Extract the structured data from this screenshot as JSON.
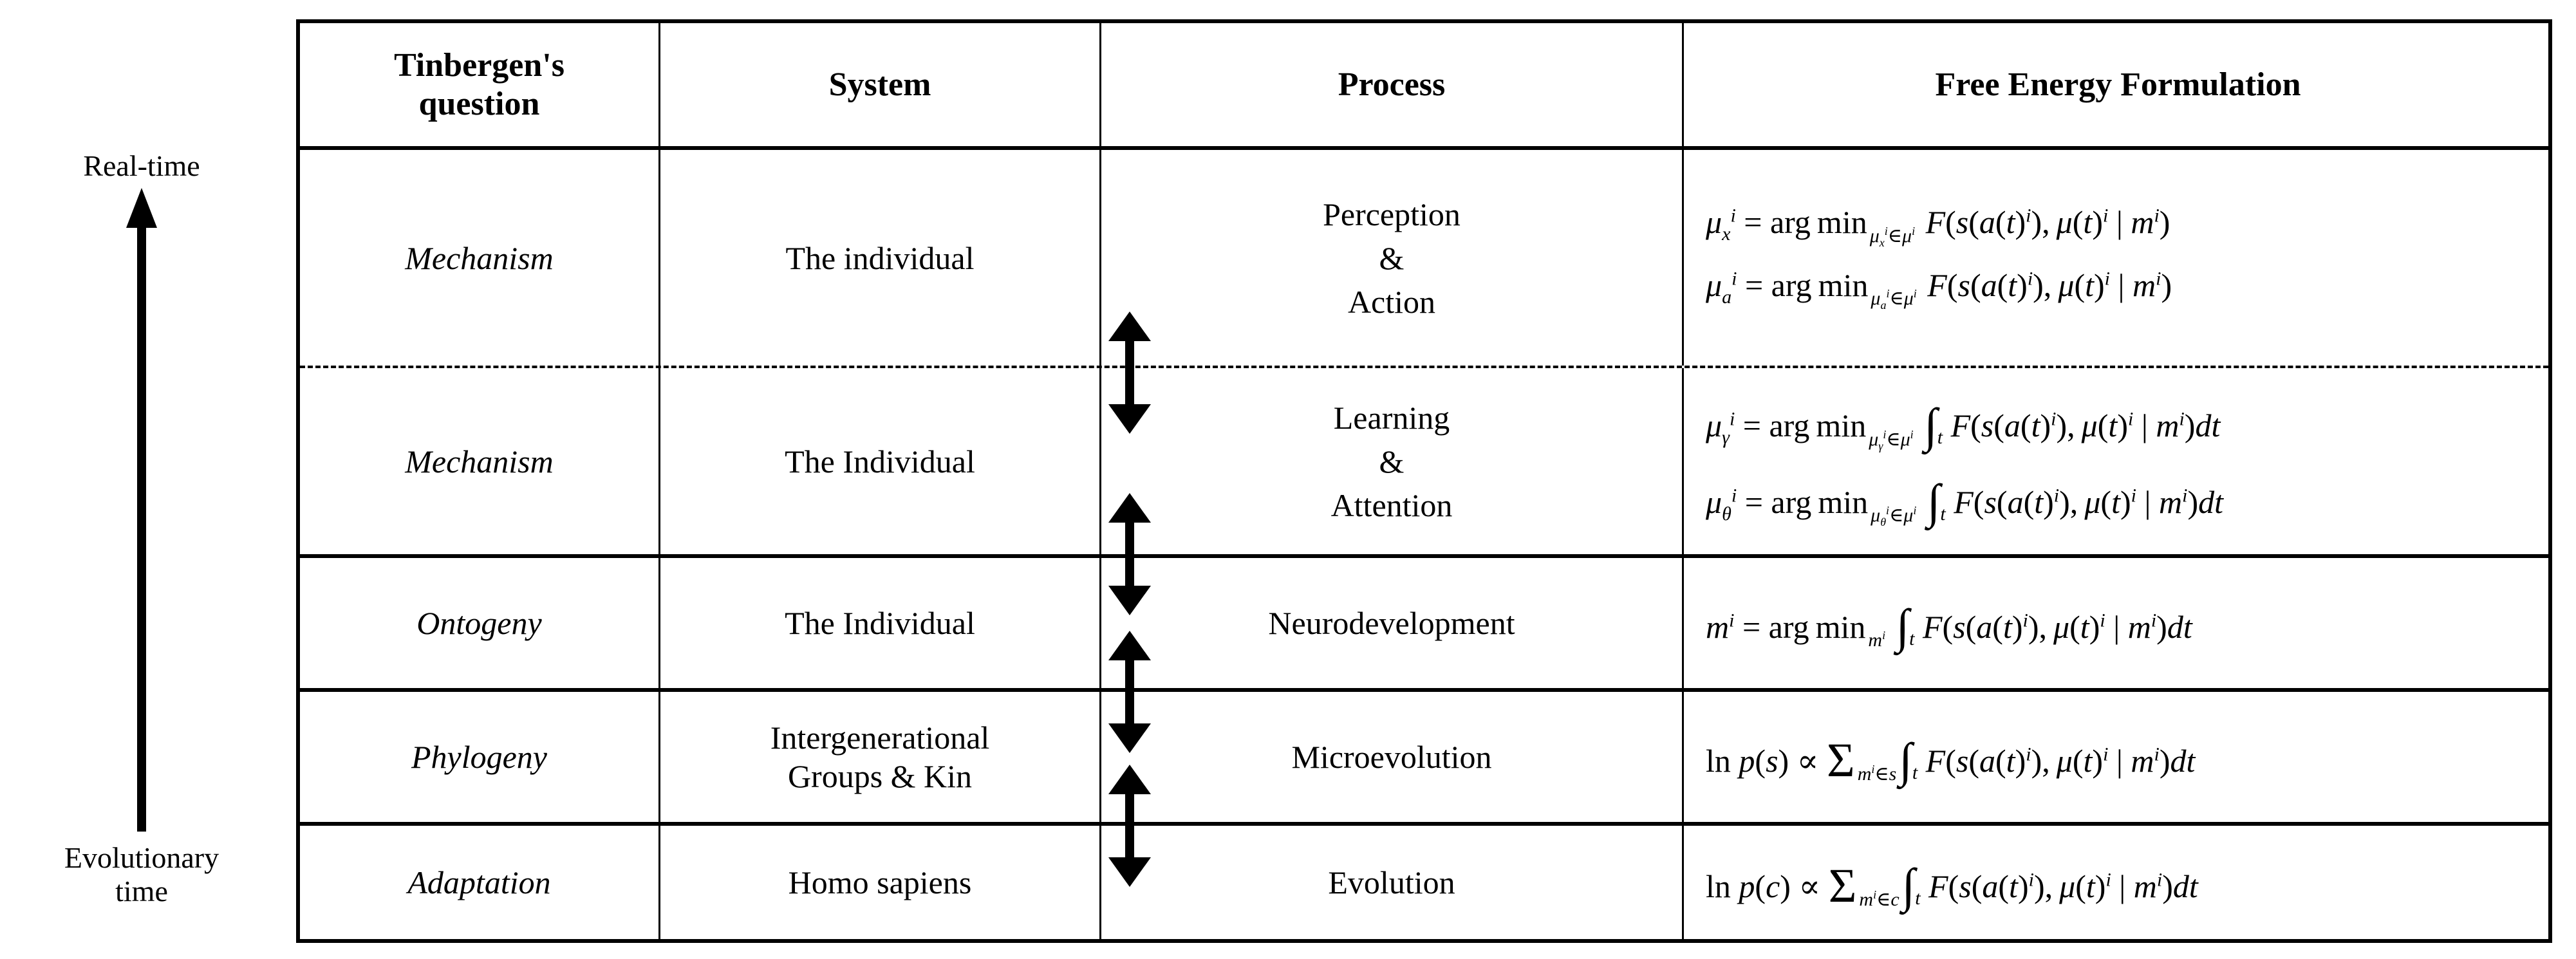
{
  "axis": {
    "top_label": "Real-time",
    "bottom_label_line1": "Evolutionary",
    "bottom_label_line2": "time",
    "arrow_icon": "up-arrow-icon"
  },
  "table": {
    "headers": {
      "col1_line1": "Tinbergen's",
      "col1_line2": "question",
      "col2": "System",
      "col3": "Process",
      "col4": "Free Energy Formulation"
    },
    "rows": [
      {
        "question": "Mechanism",
        "system": "The individual",
        "process_lines": [
          "Perception",
          "&",
          "Action"
        ],
        "formulas": [
          "μ_x^i = arg min_{μ_x^i ∈ μ^i} F(s(a(t)^i), μ(t)^i | m^i)",
          "μ_a^i = arg min_{μ_a^i ∈ μ^i} F(s(a(t)^i), μ(t)^i | m^i)"
        ]
      },
      {
        "question": "Mechanism",
        "system": "The Individual",
        "process_lines": [
          "Learning",
          "&",
          "Attention"
        ],
        "formulas": [
          "μ_γ^i = arg min_{μ_γ^i ∈ μ^i} ∫_t F(s(a(t)^i), μ(t)^i | m^i)dt",
          "μ_θ^i = arg min_{μ_θ^i ∈ μ^i} ∫_t F(s(a(t)^i), μ(t)^i | m^i)dt"
        ]
      },
      {
        "question": "Ontogeny",
        "system": "The Individual",
        "process_lines": [
          "Neurodevelopment"
        ],
        "formulas": [
          "m^i = arg min_{m^i} ∫_t F(s(a(t)^i), μ(t)^i | m^i)dt"
        ]
      },
      {
        "question": "Phylogeny",
        "system_lines": [
          "Intergenerational",
          "Groups & Kin"
        ],
        "process_lines": [
          "Microevolution"
        ],
        "formulas": [
          "ln p(s) ∝ Σ_{m^i ∈ s} ∫_t F(s(a(t)^i), μ(t)^i | m^i)dt"
        ]
      },
      {
        "question": "Adaptation",
        "system": "Homo sapiens",
        "process_lines": [
          "Evolution"
        ],
        "formulas": [
          "ln p(c) ∝ Σ_{m^i ∈ c} ∫_t F(s(a(t)^i), μ(t)^i | m^i)dt"
        ]
      }
    ],
    "process_link_arrows": [
      "double-headed-arrow-icon",
      "double-headed-arrow-icon",
      "double-headed-arrow-icon",
      "double-headed-arrow-icon"
    ]
  },
  "colors": {
    "ink": "#000000",
    "paper": "#ffffff"
  }
}
